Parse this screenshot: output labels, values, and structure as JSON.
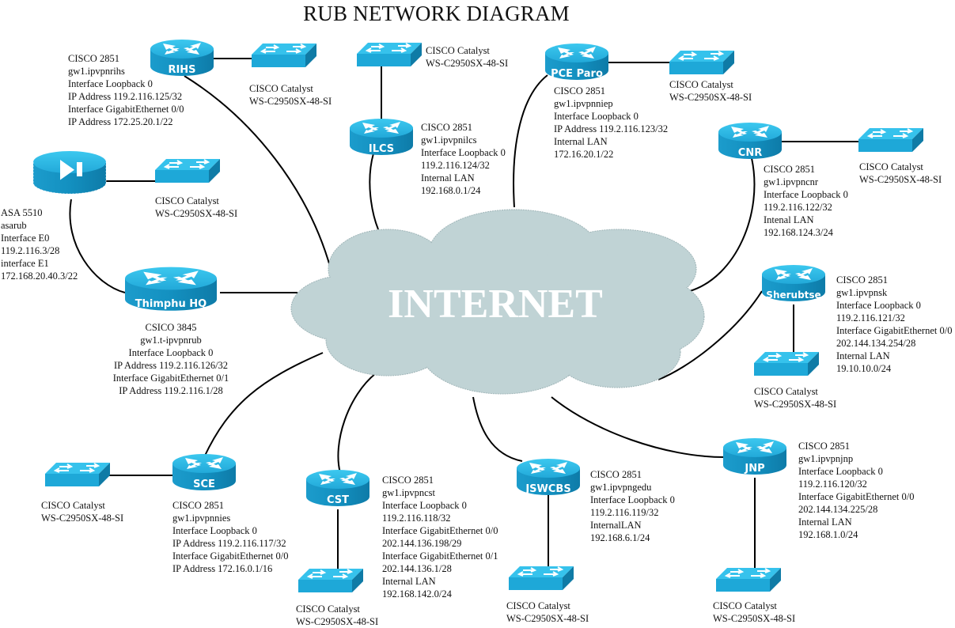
{
  "title": "RUB NETWORK DIAGRAM",
  "cloud": {
    "label": "INTERNET",
    "color": "#c0d3d5"
  },
  "colors": {
    "device_top": "#2bb7e3",
    "device_side": "#1187b3",
    "device_dark": "#0f6f96",
    "link": "#000000"
  },
  "switch_label": {
    "line1": "CISCO Catalyst",
    "line2": "WS-C2950SX-48-SI"
  },
  "firewall": {
    "name": "ASA",
    "icon": "firewall-icon",
    "info": [
      "ASA 5510",
      "asarub",
      "Interface E0",
      "119.2.116.3/28",
      "interface E1",
      "172.168.20.40.3/22"
    ]
  },
  "routers": {
    "thimphu": {
      "name": "Thimphu HQ",
      "info": [
        "CSICO 3845",
        "gw1.t-ipvpnrub",
        "Interface Loopback 0",
        "IP Address 119.2.116.126/32",
        "Interface GigabitEthernet 0/1",
        "IP Address 119.2.116.1/28"
      ]
    },
    "rihs": {
      "name": "RIHS",
      "info": [
        "CISCO 2851",
        "gw1.ipvpnrihs",
        "Interface Loopback 0",
        "IP Address 119.2.116.125/32",
        "Interface GigabitEthernet 0/0",
        "IP Address 172.25.20.1/22"
      ]
    },
    "ilcs": {
      "name": "ILCS",
      "info": [
        "CISCO 2851",
        "gw1.ipvpnilcs",
        "Interface Loopback 0",
        "119.2.116.124/32",
        "Internal LAN",
        "192.168.0.1/24"
      ]
    },
    "pce": {
      "name": "PCE Paro",
      "info": [
        "CISCO 2851",
        "gw1.ipvpnniep",
        "Interface Loopback 0",
        "IP Address 119.2.116.123/32",
        "Internal LAN",
        "172.16.20.1/22"
      ]
    },
    "cnr": {
      "name": "CNR",
      "info": [
        "CISCO 2851",
        "gw1.ipvpncnr",
        "Interface Loopback 0",
        "119.2.116.122/32",
        "Intenal LAN",
        "192.168.124.3/24"
      ]
    },
    "sherubtse": {
      "name": "Sherubtse",
      "info": [
        "CISCO 2851",
        "gw1.ipvpnsk",
        "Interface Loopback 0",
        "119.2.116.121/32",
        "Interface GigabitEthernet 0/0",
        "202.144.134.254/28",
        "Internal LAN",
        "19.10.10.0/24"
      ]
    },
    "jnp": {
      "name": "JNP",
      "info": [
        "CISCO 2851",
        "gw1.ipvpnjnp",
        "Interface Loopback 0",
        "119.2.116.120/32",
        "Interface GigabitEthernet 0/0",
        "202.144.134.225/28",
        "Internal LAN",
        "192.168.1.0/24"
      ]
    },
    "jswcbs": {
      "name": "JSWCBS",
      "info": [
        "CISCO 2851",
        "gw1.ipvpngedu",
        "Interface Loopback 0",
        "119.2.116.119/32",
        "InternalLAN",
        "192.168.6.1/24"
      ]
    },
    "cst": {
      "name": "CST",
      "info": [
        "CISCO 2851",
        "gw1.ipvpncst",
        "Interface Loopback 0",
        "119.2.116.118/32",
        "Interface GigabitEthernet 0/0",
        "202.144.136.198/29",
        "Interface GigabitEthernet 0/1",
        "202.144.136.1/28",
        "Internal LAN",
        "192.168.142.0/24"
      ]
    },
    "sce": {
      "name": "SCE",
      "info": [
        "CISCO 2851",
        "gw1.ipvpnnies",
        "Interface Loopback 0",
        "IP Address 119.2.116.117/32",
        "Interface GigabitEthernet 0/0",
        "IP Address 172.16.0.1/16"
      ]
    }
  }
}
